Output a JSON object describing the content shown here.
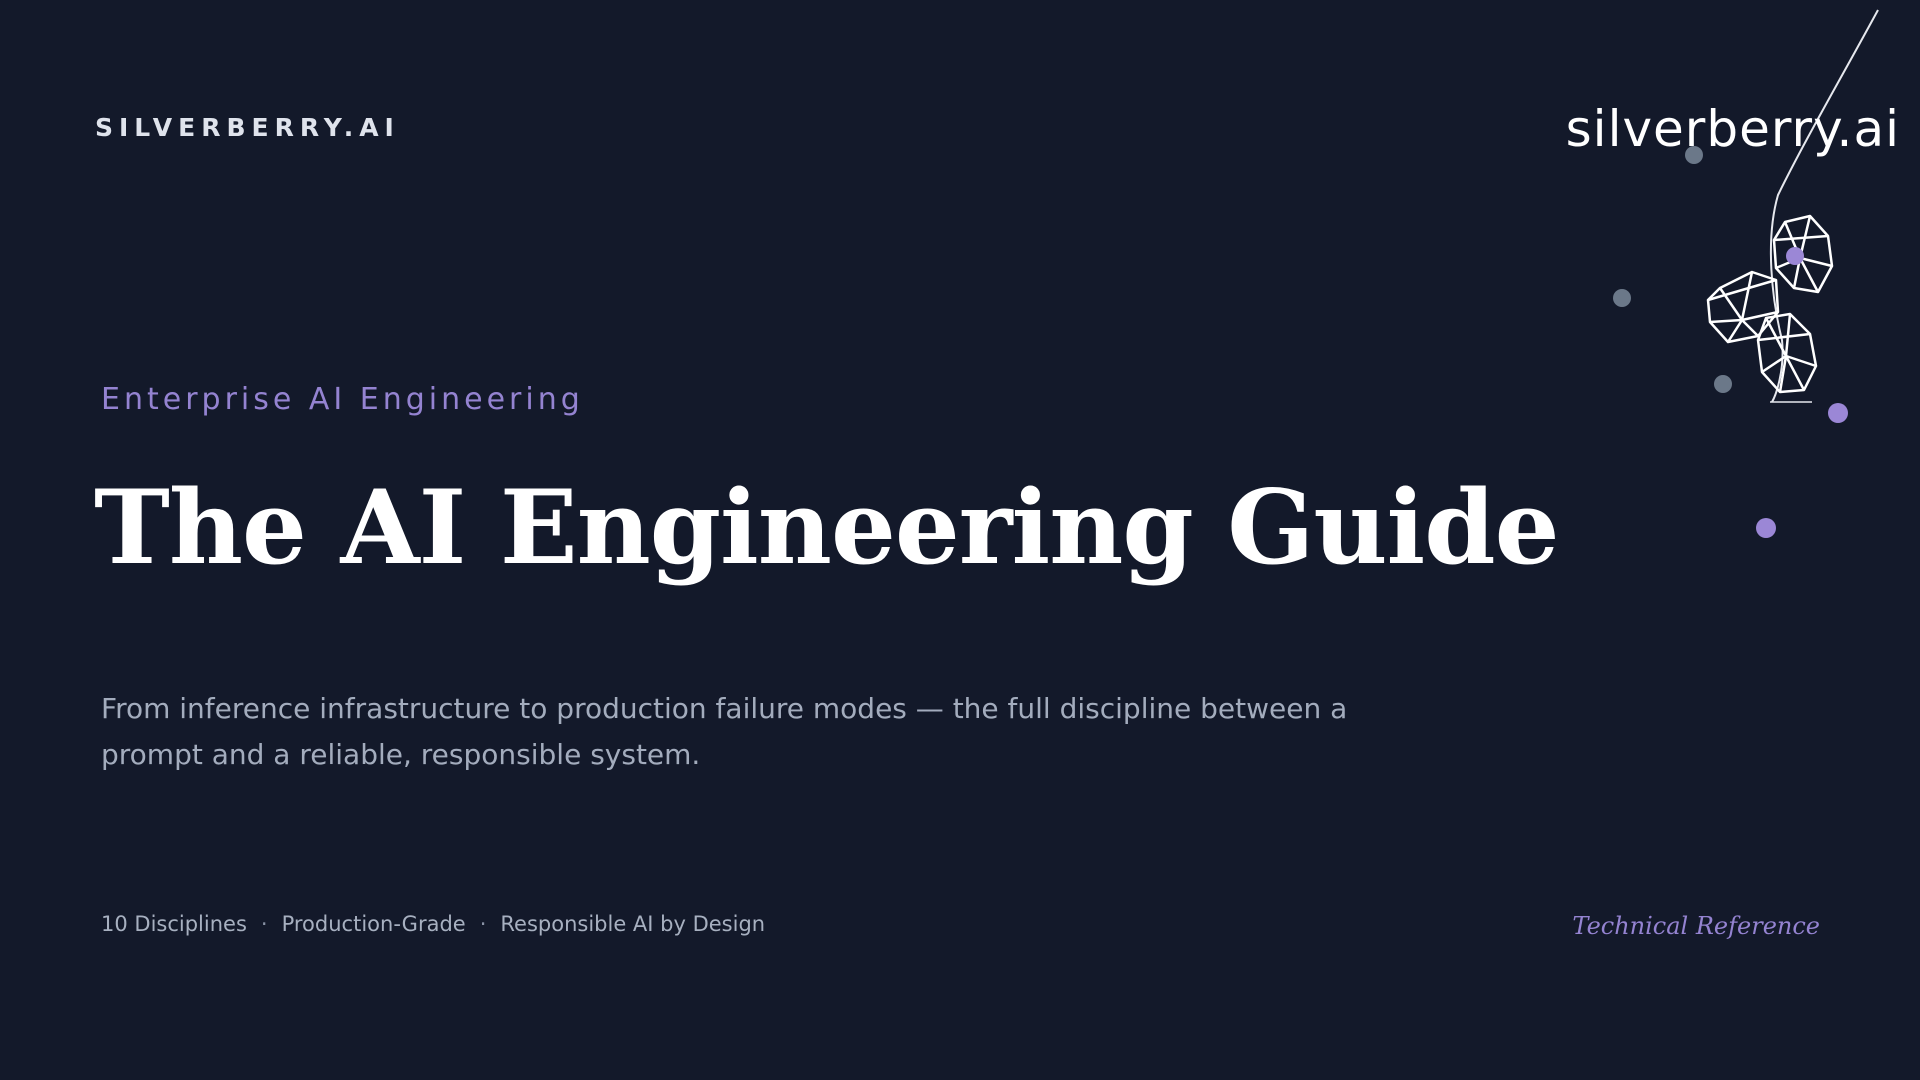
{
  "header": {
    "brand_wordmark": "SILVERBERRY.AI",
    "logo_text": "silverberry.ai",
    "logo_icon": "berry-cluster-icon"
  },
  "hero": {
    "eyebrow": "Enterprise AI Engineering",
    "title": "The AI Engineering Guide",
    "subtitle": "From inference infrastructure to production failure modes — the full discipline between a prompt and a reliable, responsible system."
  },
  "footer": {
    "tags": [
      "10 Disciplines",
      "Production-Grade",
      "Responsible AI by Design"
    ],
    "separator": "·",
    "right_label": "Technical Reference"
  },
  "colors": {
    "background": "#13192a",
    "accent_purple": "#9483d1",
    "muted_text": "#a3acbd",
    "dot_gray": "#6b7889",
    "dot_purple": "#9b87d6"
  }
}
